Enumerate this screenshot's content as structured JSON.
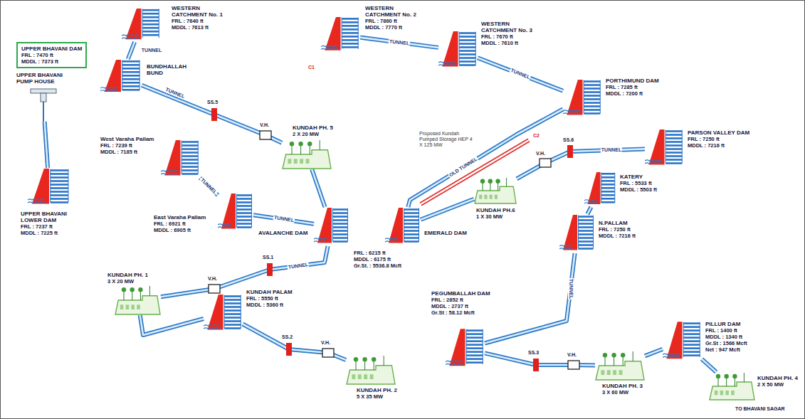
{
  "diagram": {
    "nodes": [
      {
        "text": [
          "WESTERN CATCHMENT No. 1",
          "FRL : 7640 ft",
          "MDDL : 7613 ft"
        ]
      },
      {
        "text": [
          "UPPER BHAVANI DAM",
          "FRL : 7470 ft",
          "MDDL : 7373 ft"
        ]
      },
      {
        "text": [
          "BUNDHALLAH BUND"
        ]
      },
      {
        "text": [
          "UPPER BHAVANI PUMP HOUSE"
        ]
      },
      {
        "text": [
          "UPPER BHAVANI LOWER DAM",
          "FRL : 7237 ft",
          "MDDL : 7225 ft"
        ]
      },
      {
        "text": [
          "West Varaha Pallam",
          "FRL : 7239 ft",
          "MDDL : 7185 ft"
        ]
      },
      {
        "text": [
          "East Varaha Pallam",
          "FRL : 6921 ft",
          "MDDL : 6905 ft"
        ]
      },
      {
        "text": [
          "KUNDAH PH. 5",
          "2 X 20 MW"
        ]
      },
      {
        "text": [
          "AVALANCHE DAM",
          "FRL : 6215 ft",
          "MDDL : 6175 ft",
          "Gr.St. : 5536.8 Mcft"
        ]
      },
      {
        "text": [
          "EMERALD DAM"
        ]
      },
      {
        "text": [
          "WESTERN CATCHMENT No. 2",
          "FRL : 7860 ft",
          "MDDL : 7770 ft"
        ]
      },
      {
        "text": [
          "WESTERN CATCHMENT No. 3",
          "FRL : 7670 ft",
          "MDDL : 7610 ft"
        ]
      },
      {
        "text": [
          "PORTHIMUND DAM",
          "FRL : 7285 ft",
          "MDDL : 7200 ft"
        ]
      },
      {
        "text": [
          "PARSON VALLEY DAM",
          "FRL : 7250 ft",
          "MDDL : 7216 ft"
        ]
      },
      {
        "text": [
          "KUNDAH PH.6",
          "1 X 30 MW"
        ]
      },
      {
        "text": [
          "KUNDAH PH. 1",
          "3 X 20 MW"
        ]
      },
      {
        "text": [
          "KUNDAH PALAM",
          "FRL : 5550 ft",
          "MDDL : 5360 ft"
        ]
      },
      {
        "text": [
          "KUNDAH PH. 2",
          "5 X 35 MW"
        ]
      },
      {
        "text": [
          "KATERY",
          "FRL : 5533 ft",
          "MDDL : 5503 ft"
        ]
      },
      {
        "text": [
          "N.PALLAM",
          "FRL : 7250 ft",
          "MDDL : 7216 ft"
        ]
      },
      {
        "text": [
          "PEGUMBALLAH DAM",
          "FRL : 2852 ft",
          "MDDL : 2737 ft",
          "Gr.St : 58.12 Mcft"
        ]
      },
      {
        "text": [
          "KUNDAH PH. 3",
          "3 X 60 MW"
        ]
      },
      {
        "text": [
          "PILLUR DAM",
          "FRL : 1400 ft",
          "MDDL : 1340 ft",
          "Gr.St : 1566 Mcft",
          "Net : 947 Mcft"
        ]
      },
      {
        "text": [
          "KUNDAH PH. 4",
          "2 X 50 MW"
        ]
      }
    ],
    "edges": [
      {
        "from": 0,
        "to": 2,
        "arrow": "none",
        "label": "TUNNEL"
      },
      {
        "from": 2,
        "to": 7,
        "arrow": "none",
        "label": "TUNNEL"
      },
      {
        "from": 7,
        "to": 8,
        "arrow": "none"
      },
      {
        "from": 5,
        "to": 6,
        "arrow": "none",
        "label": "TUNNEL"
      },
      {
        "from": 6,
        "to": 8,
        "arrow": "none",
        "label": "TUNNEL"
      },
      {
        "from": 8,
        "to": 15,
        "arrow": "none",
        "label": "TUNNEL"
      },
      {
        "from": 15,
        "to": 16,
        "arrow": "none"
      },
      {
        "from": 16,
        "to": 17,
        "arrow": "none"
      },
      {
        "from": 18,
        "to": 19,
        "arrow": "none"
      },
      {
        "from": 19,
        "to": 20,
        "arrow": "none",
        "label": "TUNNEL"
      },
      {
        "from": 20,
        "to": 21,
        "arrow": "none"
      },
      {
        "from": 21,
        "to": 22,
        "arrow": "none"
      },
      {
        "from": 22,
        "to": 23,
        "arrow": "none"
      },
      {
        "from": 10,
        "to": 11,
        "arrow": "none",
        "label": "TUNNEL"
      },
      {
        "from": 11,
        "to": 12,
        "arrow": "none",
        "label": "TUNNEL"
      },
      {
        "from": 12,
        "to": 9,
        "arrow": "none",
        "label": "OLD TUNNEL"
      },
      {
        "from": 13,
        "to": 14,
        "arrow": "none",
        "label": "TUNNEL"
      },
      {
        "from": 14,
        "to": 9,
        "arrow": "none"
      },
      {
        "from": 3,
        "to": 4,
        "arrow": "none"
      }
    ],
    "labels": [
      "SS.5",
      "V.H.",
      "SS.6",
      "V.H.",
      "SS.1",
      "V.H.",
      "SS.2",
      "V.H.",
      "SS.3",
      "V.H.",
      "C1",
      "C2",
      "Proposed Kundah Pumped Storage HEP 4 X 125 MW",
      "TO BHAVANI SAGAR"
    ]
  }
}
